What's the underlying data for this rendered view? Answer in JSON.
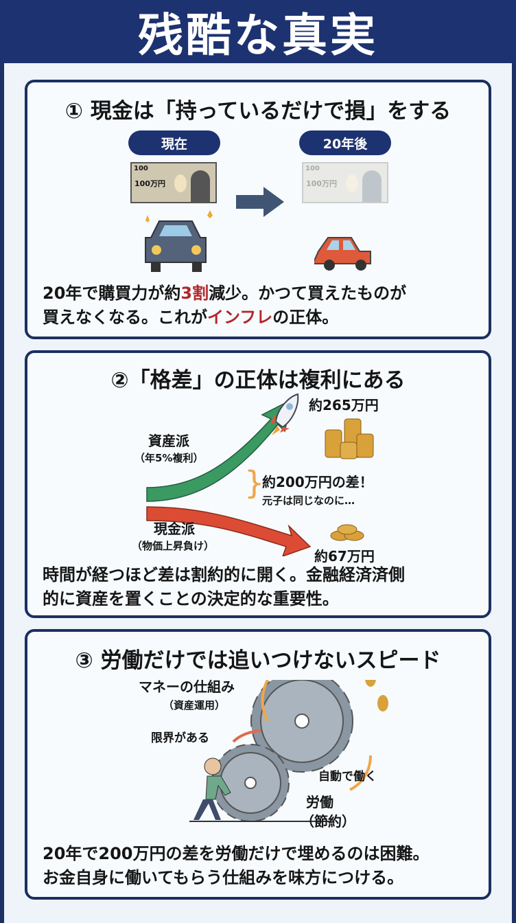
{
  "header": {
    "title": "残酷な真実"
  },
  "section1": {
    "title": "① 現金は「持っているだけで損」をする",
    "now_label": "現在",
    "later_label": "20年後",
    "bill_text": "100万円",
    "bill_corner": "100",
    "body_line1_pre": "20年で購買力が約",
    "body_line1_highlight": "3割",
    "body_line1_post": "減少。かつて買えたものが",
    "body_line2_pre": "買えなくなる。これが",
    "body_line2_highlight": "インフレ",
    "body_line2_post": "の正体。",
    "highlight_color": "#b3262a"
  },
  "section2": {
    "title": "②「格差」の正体は複利にある",
    "asset_label": "資産派",
    "asset_sub": "（年5%複利）",
    "cash_label": "現金派",
    "cash_sub": "（物価上昇負け）",
    "asset_amount": "約265万円",
    "cash_amount": "約67万円",
    "gap_label": "約200万円の差！",
    "gap_sub": "元子は同じなのに…",
    "body_line1": "時間が経つほど差は割約的に開く。金融経済済側",
    "body_line2": "的に資産を置くことの決定的な重要性。"
  },
  "section3": {
    "title": "③ 労働だけでは追いつけないスピード",
    "money_label": "マネーの仕組み",
    "money_sub": "（資産運用）",
    "limit_label": "限界がある",
    "auto_label": "自動で働く",
    "labor_label": "労働",
    "labor_sub": "（節約）",
    "body_line1": "20年で200万円の差を労働だけで埋めるのは困難。",
    "body_line2": "お金自身に働いてもらう仕組みを味方につける。"
  }
}
